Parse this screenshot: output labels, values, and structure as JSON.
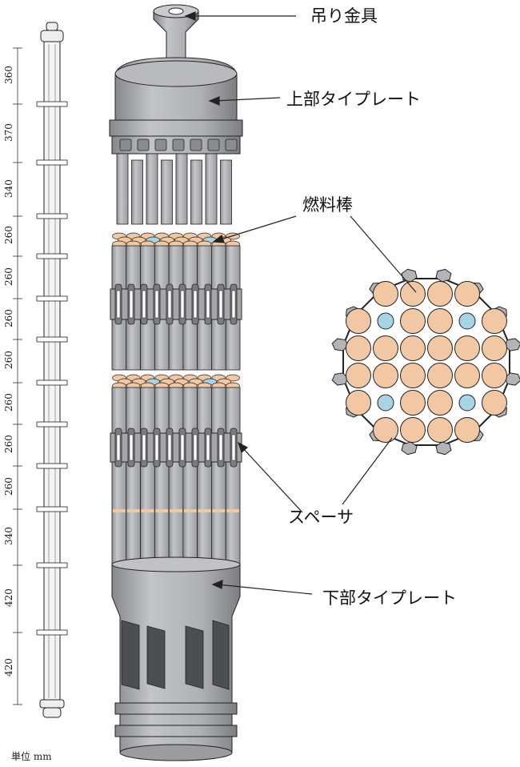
{
  "labels": {
    "lifting_fixture": "吊り金具",
    "upper_tie_plate": "上部タイプレート",
    "fuel_rod": "燃料棒",
    "spacer": "スペーサ",
    "lower_tie_plate": "下部タイプレート"
  },
  "unit_label": "単位 mm",
  "dimensions": [
    "360",
    "370",
    "340",
    "260",
    "260",
    "260",
    "260",
    "260",
    "260",
    "260",
    "340",
    "420",
    "420"
  ],
  "colors": {
    "metal": "#a9abae",
    "metal_dark": "#7e8084",
    "metal_light": "#c9cbce",
    "fuel": "#f2c7a3",
    "water_rod": "#a9d4e8",
    "line": "#222222"
  },
  "cross_section": {
    "rows": [
      [
        "fuel",
        "fuel",
        "fuel",
        "fuel"
      ],
      [
        "fuel",
        "water",
        "fuel",
        "fuel",
        "water",
        "fuel"
      ],
      [
        "fuel",
        "fuel",
        "fuel",
        "fuel",
        "fuel",
        "fuel"
      ],
      [
        "fuel",
        "fuel",
        "fuel",
        "fuel",
        "fuel",
        "fuel"
      ],
      [
        "fuel",
        "water",
        "fuel",
        "fuel",
        "water",
        "fuel"
      ],
      [
        "fuel",
        "fuel",
        "fuel",
        "fuel"
      ]
    ]
  }
}
